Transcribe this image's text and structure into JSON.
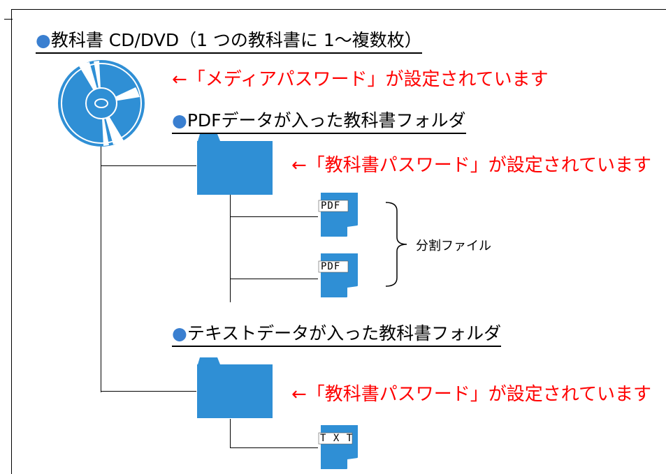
{
  "heading_disc": {
    "bullet": "●",
    "text": "教科書 CD/DVD（1 つの教科書に 1～複数枚）"
  },
  "note_media": "←「メディアパスワード」が設定されています",
  "heading_pdf": {
    "bullet": "●",
    "text": "PDFデータが入った教科書フォルダ"
  },
  "note_pdf_folder": "←「教科書パスワード」が設定されています",
  "pdf_file_label": "PDF",
  "split_label": "分割ファイル",
  "heading_txt": {
    "bullet": "●",
    "text": "テキストデータが入った教科書フォルダ"
  },
  "note_txt_folder": "←「教科書パスワード」が設定されています",
  "txt_file_label": "T X T",
  "colors": {
    "accent": "#2f8fd5",
    "red": "#ff0000",
    "bullet": "#3a7fd0"
  },
  "icons": [
    "disc-icon",
    "folder-icon",
    "pdf-file-icon",
    "txt-file-icon",
    "brace-icon"
  ]
}
